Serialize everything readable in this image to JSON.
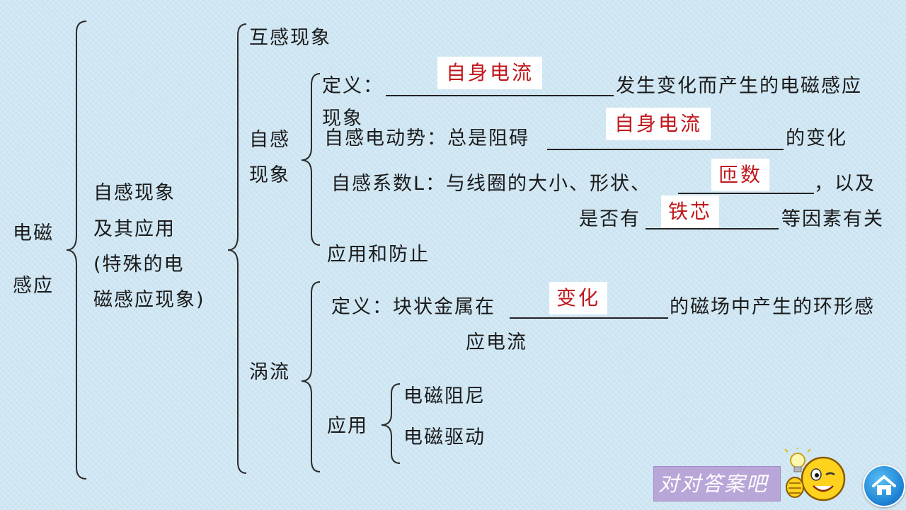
{
  "root": {
    "line1": "电磁",
    "line2": "感应"
  },
  "level1": {
    "line1": "自感现象",
    "line2": "及其应用",
    "line3": "(特殊的电",
    "line4": "磁感应现象)"
  },
  "mutual": {
    "label": "互感现象"
  },
  "self": {
    "label1": "自感",
    "label2": "现象",
    "def_prefix": "定义：",
    "def_suffix": "发生变化而产生的电磁感应",
    "def_cont": "现象",
    "emf_prefix": "自感电动势：总是阻碍",
    "emf_suffix": "的变化",
    "coef_prefix": "自感系数L：与线圈的大小、形状、",
    "coef_suffix": "，以及",
    "coef2_prefix": "是否有",
    "coef2_suffix": "等因素有关",
    "apply": "应用和防止"
  },
  "eddy": {
    "label": "涡流",
    "def_prefix": "定义：块状金属在",
    "def_suffix": "的磁场中产生的环形感",
    "def_cont": "应电流",
    "apply_label": "应用",
    "apply1": "电磁阻尼",
    "apply2": "电磁驱动"
  },
  "answers": {
    "a1": "自身电流",
    "a2": "自身电流",
    "a3": "匝数",
    "a4": "铁芯",
    "a5": "变化"
  },
  "buttons": {
    "check_answers": "对对答案吧",
    "home_icon": "home-icon",
    "smiley_icon": "smiley-lightbulb-icon"
  },
  "colors": {
    "answer": "#c0171c",
    "background": "#cfe6f3",
    "button": "#b9a6d8",
    "home": "#1a7fd2"
  }
}
